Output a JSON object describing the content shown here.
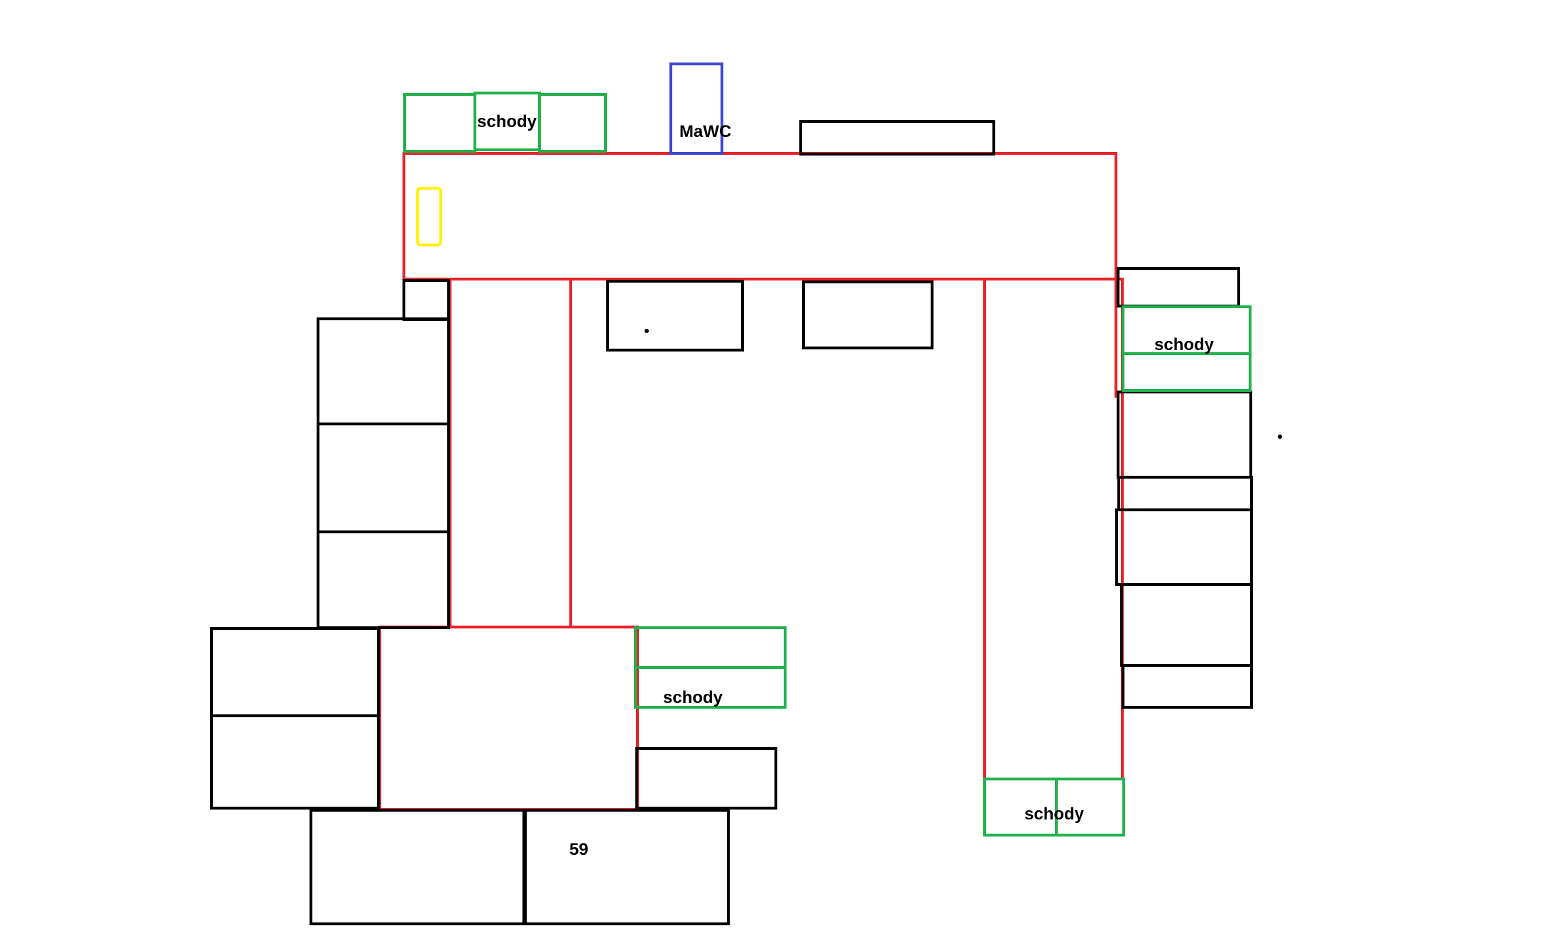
{
  "labels": {
    "stairs_top_left": "schody",
    "wc_top": "MaWC",
    "stairs_right": "schody",
    "stairs_bottom_left": "schody",
    "stairs_bottom_right": "schody",
    "room_number": "59"
  },
  "colors": {
    "corridor": "#e8232a",
    "room": "#000000",
    "stairs": "#22b14c",
    "wc": "#3f48cc",
    "marker": "#fff200"
  }
}
